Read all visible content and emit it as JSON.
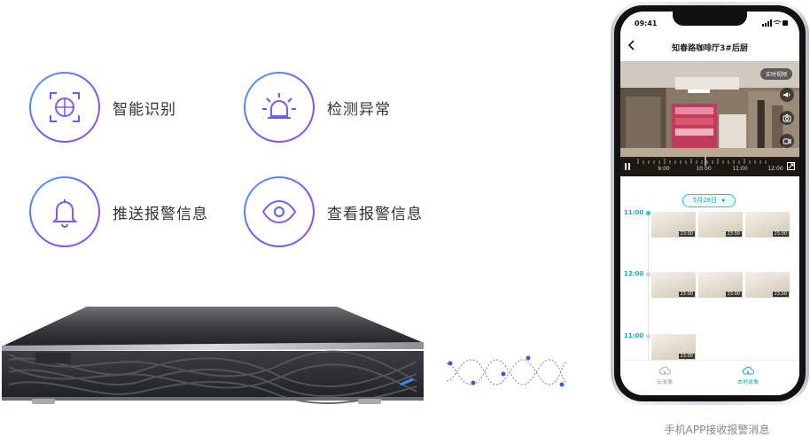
{
  "features": [
    {
      "label": "智能识别",
      "icon": "face-recognition-icon"
    },
    {
      "label": "检测异常",
      "icon": "alarm-light-icon"
    },
    {
      "label": "推送报警信息",
      "icon": "bell-icon"
    },
    {
      "label": "查看报警信息",
      "icon": "eye-icon"
    }
  ],
  "phone": {
    "status_time": "09:41",
    "status_icons": "signal wifi battery",
    "title": "知春路咖啡厅3#后厨",
    "back_icon": "chevron-left-icon",
    "live_chip": "实时视频",
    "side_buttons": [
      "speaker-icon",
      "camera-icon",
      "video-record-icon"
    ],
    "timeline_ticks": [
      "9:00",
      "10:00",
      "11:00",
      "12:00"
    ],
    "date": "5月28日",
    "date_arrow": "▼",
    "groups": [
      {
        "time": "11:00",
        "clips": [
          "23:00",
          "23:00",
          "23:00"
        ]
      },
      {
        "time": "12:00",
        "clips": [
          "23:00",
          "23:00",
          "23:00"
        ]
      },
      {
        "time": "11:00",
        "clips": [
          "23:00"
        ]
      }
    ],
    "tabs": [
      {
        "label": "云录像",
        "icon": "cloud-icon",
        "active": false
      },
      {
        "label": "本地录像",
        "icon": "cloud-icon",
        "active": true
      }
    ],
    "accent_color": "#1ba7b8"
  },
  "caption": "手机APP接收报警消息",
  "colors": {
    "ring_gradient": [
      "#4aa3ff",
      "#6c5bf0",
      "#9b4df2"
    ],
    "icon_stroke": "#5b63ee",
    "icon_accent": "#7f5bf0"
  }
}
